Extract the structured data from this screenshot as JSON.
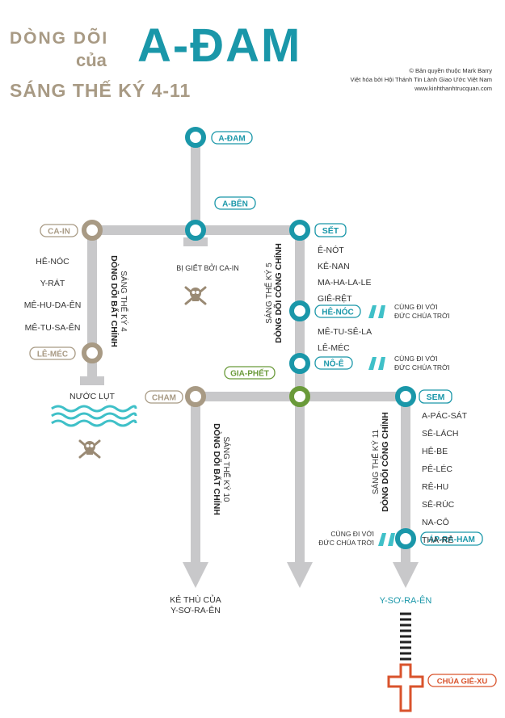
{
  "header": {
    "title_line1": "DÒNG DÕI",
    "title_line2": "của",
    "title_main": "A-ĐAM",
    "subtitle": "SÁNG THẾ KÝ 4-11",
    "credit_1": "© Bản quyền thuộc Mark Barry",
    "credit_2": "Việt hóa bởi Hội Thánh Tin Lành Giao Ước Việt Nam",
    "credit_3": "www.kinhthanhtrucquan.com"
  },
  "colors": {
    "teal": "#1a97a9",
    "tan": "#a89a84",
    "green": "#6a9a3a",
    "red": "#d9532c",
    "line": "#c8c8ca",
    "text": "#333333"
  },
  "nodes": {
    "adam": "A-ĐAM",
    "aben": "A-BÊN",
    "cain": "CA-IN",
    "set": "SẾT",
    "henoc_set": "HÊ-NÓC",
    "noe": "NÔ-Ê",
    "lemec_cain": "LÊ-MÉC",
    "giaphet": "GIA-PHẾT",
    "cham": "CHAM",
    "sem": "SEM",
    "abraham": "ÁP-RA-HAM",
    "israel": "Y-SƠ-RA-ÊN",
    "jesus": "CHÚA GIÊ-XU"
  },
  "notes": {
    "aben_killed": "BỊ GIẾT BỞI CA-IN",
    "flood": "NƯỚC LỤT",
    "walked_1": "CÙNG ĐI VỚI",
    "walked_2": "ĐỨC CHÚA TRỜI",
    "enemy_1": "KẺ THÙ CỦA",
    "enemy_2": "Y-SƠ-RA-ÊN"
  },
  "cain_line": [
    "HÊ-NÓC",
    "Y-RÁT",
    "MÊ-HU-DA-ÊN",
    "MÊ-TU-SA-ÊN"
  ],
  "set_line_a": [
    "Ê-NÓT",
    "KÊ-NAN",
    "MA-HA-LA-LE",
    "GIÊ-RỆT"
  ],
  "set_line_b": [
    "MÊ-TU-SÊ-LA",
    "LÊ-MÉC"
  ],
  "sem_line": [
    "A-PÁC-SÁT",
    "SÊ-LÁCH",
    "HÊ-BE",
    "PÊ-LÉC",
    "RÊ-HU",
    "SÊ-RÚC",
    "NA-CÔ",
    "THA-RÊ"
  ],
  "labels": {
    "gen4": "SÁNG THẾ KÝ 4",
    "gen4_sub": "DÒNG DÕI BẤT CHÍNH",
    "gen5": "SÁNG THẾ KÝ 5",
    "gen5_sub": "DÒNG DÕI CÔNG CHÍNH",
    "gen10": "SÁNG THẾ KÝ 10",
    "gen10_sub": "DÒNG DÕI BẤT CHÍNH",
    "gen11": "SÁNG THẾ KÝ 11",
    "gen11_sub": "DÒNG DÕI CÔNG CHÍNH"
  }
}
